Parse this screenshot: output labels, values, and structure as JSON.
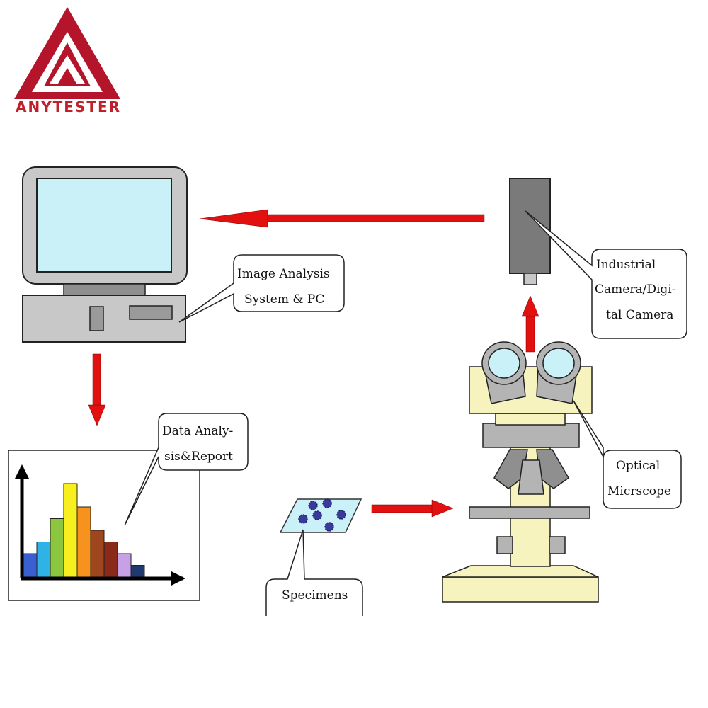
{
  "logo": {
    "text": "ANYTESTER",
    "color": "#b5152b"
  },
  "colors": {
    "arrow": "#e31010",
    "screen": "#c9f1f7",
    "monitor_frame": "#c8c8c8",
    "microscope_body": "#f7f3bf",
    "microscope_gray": "#b4b4b4",
    "camera": "#7a7a7a",
    "specimen_slide": "#c9f1f7",
    "specimen_dot": "#3a3a9a"
  },
  "labels": {
    "pc": [
      "Image Analysis",
      "System & PC"
    ],
    "camera": [
      "Industrial",
      "Camera/Digi-",
      "tal Camera"
    ],
    "report": [
      "Data Analy-",
      "sis&Report"
    ],
    "microscope": [
      "Optical",
      "Micrscope"
    ],
    "specimens": [
      "Specimens"
    ]
  },
  "chart_data": {
    "type": "bar",
    "values": [
      2,
      3,
      5,
      8,
      6,
      4,
      3,
      2,
      1
    ],
    "bar_colors": [
      "#3a5fd0",
      "#2fb3e6",
      "#8cc63f",
      "#f7f01e",
      "#f7921e",
      "#a0461e",
      "#8b2a1a",
      "#c8a0e6",
      "#1e3a6e"
    ]
  }
}
